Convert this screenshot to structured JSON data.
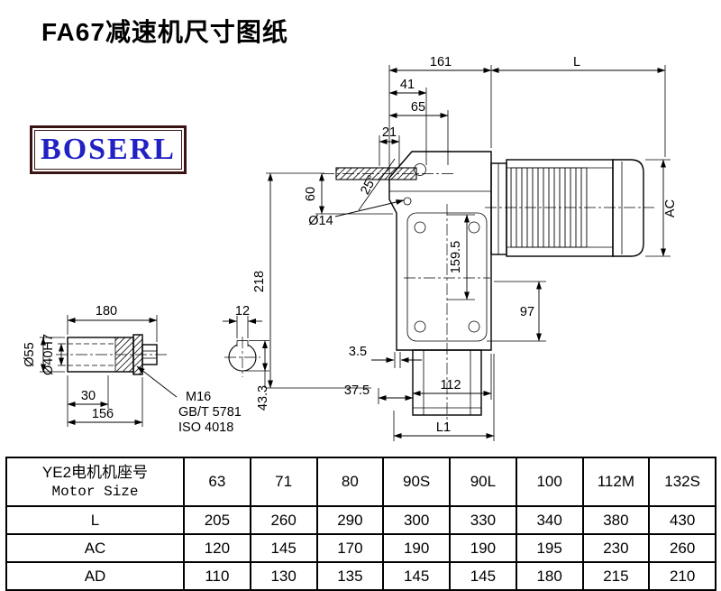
{
  "page": {
    "title": "FA67减速机尺寸图纸"
  },
  "logo": {
    "text": "BOSERL"
  },
  "drawing": {
    "dims": {
      "n161": "161",
      "nL": "L",
      "n41": "41",
      "n65": "65",
      "n21": "21",
      "n60": "60",
      "dia14": "Ø14",
      "angle": "25°",
      "n218": "218",
      "n159_5": "159.5",
      "n97": "97",
      "nAC": "AC",
      "n3_5": "3.5",
      "n37_5": "37.5",
      "n112": "112",
      "nL1": "L1",
      "n180": "180",
      "n12": "12",
      "dia55": "Ø55",
      "dia40": "Ø40H7",
      "n30": "30",
      "n156": "156",
      "n43_3": "43.3",
      "thread": "M16",
      "std_gb": "GB/T 5781",
      "std_iso": "ISO 4018"
    }
  },
  "table": {
    "motor_header_cn": "YE2电机机座号",
    "motor_header_en": "Motor Size",
    "sizes": [
      "63",
      "71",
      "80",
      "90S",
      "90L",
      "100",
      "112M",
      "132S"
    ],
    "rows": [
      {
        "label": "L",
        "values": [
          "205",
          "260",
          "290",
          "300",
          "330",
          "340",
          "380",
          "430"
        ]
      },
      {
        "label": "AC",
        "values": [
          "120",
          "145",
          "170",
          "190",
          "190",
          "195",
          "230",
          "260"
        ]
      },
      {
        "label": "AD",
        "values": [
          "110",
          "130",
          "135",
          "145",
          "145",
          "180",
          "215",
          "210"
        ]
      }
    ]
  }
}
